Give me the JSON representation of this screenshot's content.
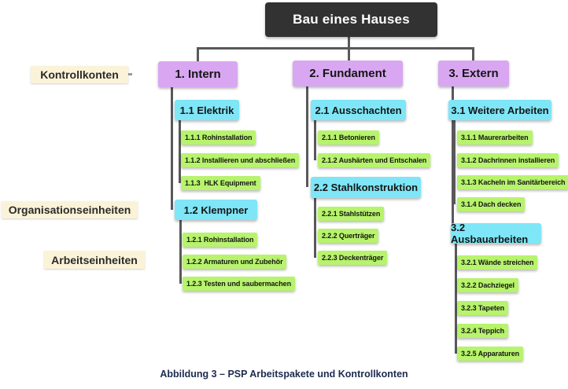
{
  "caption": "Abbildung 3 – PSP Arbeitspakete und Kontrollkonten",
  "side_labels": [
    {
      "id": "kontrollkonten",
      "label": "Kontrollkonten"
    },
    {
      "id": "organisationseinheiten",
      "label": "Organisationseinheiten"
    },
    {
      "id": "arbeitseinheiten",
      "label": "Arbeitseinheiten"
    }
  ],
  "tree": {
    "root": "Bau eines Hauses",
    "branches": [
      {
        "label": "1. Intern",
        "groups": [
          {
            "label": "1.1 Elektrik",
            "items": [
              "1.1.1 Rohinstallation",
              "1.1.2 Installieren und abschließen",
              "1.1.3  HLK Equipment"
            ]
          },
          {
            "label": "1.2 Klempner",
            "items": [
              "1.2.1 Rohinstallation",
              "1.2.2 Armaturen und Zubehör",
              "1.2.3 Testen und saubermachen"
            ]
          }
        ]
      },
      {
        "label": "2. Fundament",
        "groups": [
          {
            "label": "2.1 Ausschachten",
            "items": [
              "2.1.1 Betonieren",
              "2.1.2 Aushärten und Entschalen"
            ]
          },
          {
            "label": "2.2 Stahlkonstruktion",
            "items": [
              "2.2.1 Stahlstützen",
              "2.2.2 Querträger",
              "2.2.3 Deckenträger"
            ]
          }
        ]
      },
      {
        "label": "3. Extern",
        "groups": [
          {
            "label": "3.1 Weitere Arbeiten",
            "items": [
              "3.1.1 Maurerarbeiten",
              "3.1.2 Dachrinnen installieren",
              "3.1.3 Kacheln im Sanitärbereich",
              "3.1.4 Dach decken"
            ]
          },
          {
            "label": "3.2 Ausbauarbeiten",
            "items": [
              "3.2.1 Wände streichen",
              "3.2.2 Dachziegel",
              "3.2.3 Tapeten",
              "3.2.4 Teppich",
              "3.2.5 Apparaturen"
            ]
          }
        ]
      }
    ]
  },
  "colors": {
    "root": "#323232",
    "branch": "#d9a7f1",
    "group": "#7ee6f7",
    "item": "#b7f36c",
    "side_label": "#fbf3d8",
    "connector": "#59595b",
    "caption": "#1c2b4f"
  }
}
